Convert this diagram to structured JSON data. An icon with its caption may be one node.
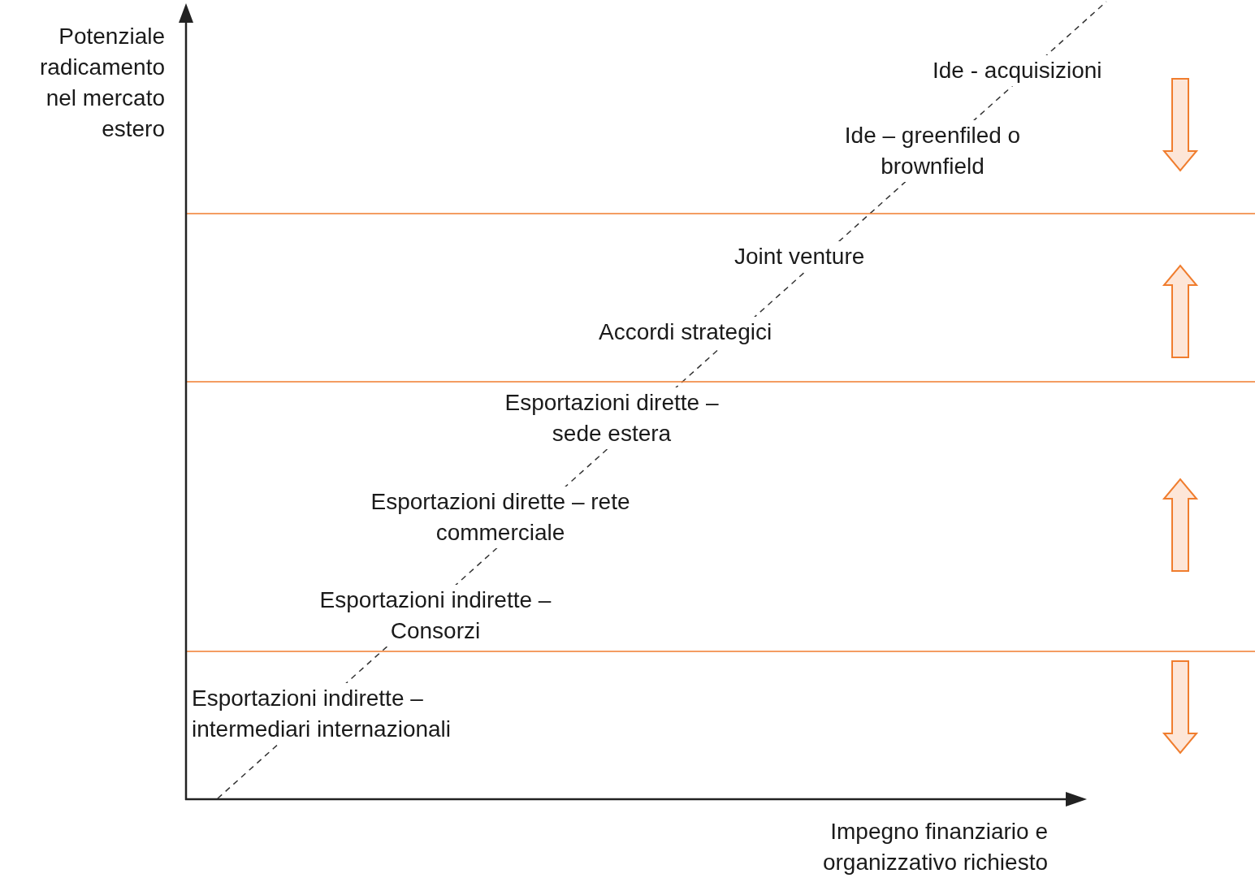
{
  "diagram": {
    "labels": [
      "Potenziale radicamento nel mercato estero",
      "Ide - acquisizioni",
      "Ide – greenfiled o brownfield",
      "Joint venture",
      "Accordi strategici",
      "Esportazioni dirette – sede estera",
      "Esportazioni dirette – rete commerciale",
      "Esportazioni indirette – Consorzi",
      "Esportazioni indirette – intermediari internazionali",
      "Impegno finanziario e organizzativo richiesto"
    ]
  }
}
